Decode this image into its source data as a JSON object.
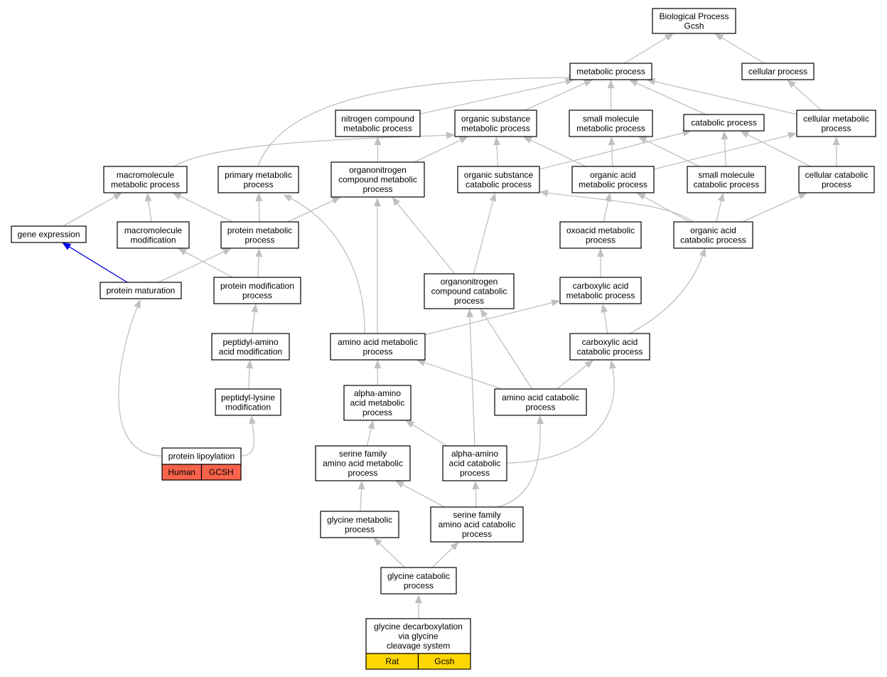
{
  "graph": {
    "nodes": [
      {
        "id": "bp",
        "lines": [
          "Biological Process",
          "Gcsh"
        ],
        "interactable": true
      },
      {
        "id": "metabolic",
        "lines": [
          "metabolic process"
        ],
        "interactable": true
      },
      {
        "id": "cellular",
        "lines": [
          "cellular process"
        ],
        "interactable": true
      },
      {
        "id": "nitrogen",
        "lines": [
          "nitrogen compound",
          "metabolic process"
        ],
        "interactable": true
      },
      {
        "id": "orgsub",
        "lines": [
          "organic substance",
          "metabolic process"
        ],
        "interactable": true
      },
      {
        "id": "smallmol",
        "lines": [
          "small molecule",
          "metabolic process"
        ],
        "interactable": true
      },
      {
        "id": "catabolic",
        "lines": [
          "catabolic process"
        ],
        "interactable": true
      },
      {
        "id": "cellmet",
        "lines": [
          "cellular metabolic",
          "process"
        ],
        "interactable": true
      },
      {
        "id": "macromet",
        "lines": [
          "macromolecule",
          "metabolic process"
        ],
        "interactable": true
      },
      {
        "id": "primary",
        "lines": [
          "primary metabolic",
          "process"
        ],
        "interactable": true
      },
      {
        "id": "orgnitro",
        "lines": [
          "organonitrogen",
          "compound metabolic",
          "process"
        ],
        "interactable": true
      },
      {
        "id": "orgsubcat",
        "lines": [
          "organic substance",
          "catabolic process"
        ],
        "interactable": true
      },
      {
        "id": "orgacid",
        "lines": [
          "organic acid",
          "metabolic process"
        ],
        "interactable": true
      },
      {
        "id": "smallmolcat",
        "lines": [
          "small molecule",
          "catabolic process"
        ],
        "interactable": true
      },
      {
        "id": "cellcat",
        "lines": [
          "cellular catabolic",
          "process"
        ],
        "interactable": true
      },
      {
        "id": "geneexp",
        "lines": [
          "gene expression"
        ],
        "interactable": true
      },
      {
        "id": "macromod",
        "lines": [
          "macromolecule",
          "modification"
        ],
        "interactable": true
      },
      {
        "id": "protmet",
        "lines": [
          "protein metabolic",
          "process"
        ],
        "interactable": true
      },
      {
        "id": "oxoacid",
        "lines": [
          "oxoacid metabolic",
          "process"
        ],
        "interactable": true
      },
      {
        "id": "orgacidcat",
        "lines": [
          "organic acid",
          "catabolic process"
        ],
        "interactable": true
      },
      {
        "id": "protmat",
        "lines": [
          "protein maturation"
        ],
        "interactable": true
      },
      {
        "id": "protmod",
        "lines": [
          "protein modification",
          "process"
        ],
        "interactable": true
      },
      {
        "id": "orgnitrocat",
        "lines": [
          "organonitrogen",
          "compound catabolic",
          "process"
        ],
        "interactable": true
      },
      {
        "id": "carbmet",
        "lines": [
          "carboxylic acid",
          "metabolic process"
        ],
        "interactable": true
      },
      {
        "id": "peptamino",
        "lines": [
          "peptidyl-amino",
          "acid modification"
        ],
        "interactable": true
      },
      {
        "id": "aamet",
        "lines": [
          "amino acid metabolic",
          "process"
        ],
        "interactable": true
      },
      {
        "id": "carbcat",
        "lines": [
          "carboxylic acid",
          "catabolic process"
        ],
        "interactable": true
      },
      {
        "id": "peptlys",
        "lines": [
          "peptidyl-lysine",
          "modification"
        ],
        "interactable": true
      },
      {
        "id": "alphamet",
        "lines": [
          "alpha-amino",
          "acid metabolic",
          "process"
        ],
        "interactable": true
      },
      {
        "id": "aacat",
        "lines": [
          "amino acid catabolic",
          "process"
        ],
        "interactable": true
      },
      {
        "id": "protlip",
        "lines": [
          "protein lipoylation"
        ],
        "interactable": true,
        "annotations": [
          "Human",
          "GCSH"
        ],
        "annotation_color": "#f9634b"
      },
      {
        "id": "serfam",
        "lines": [
          "serine family",
          "amino acid metabolic",
          "process"
        ],
        "interactable": true
      },
      {
        "id": "alphacat",
        "lines": [
          "alpha-amino",
          "acid catabolic",
          "process"
        ],
        "interactable": true
      },
      {
        "id": "glymet",
        "lines": [
          "glycine metabolic",
          "process"
        ],
        "interactable": true
      },
      {
        "id": "serfamcat",
        "lines": [
          "serine family",
          "amino acid catabolic",
          "process"
        ],
        "interactable": true
      },
      {
        "id": "glycat",
        "lines": [
          "glycine catabolic",
          "process"
        ],
        "interactable": true
      },
      {
        "id": "glydecarb",
        "lines": [
          "glycine decarboxylation",
          "via glycine",
          "cleavage system"
        ],
        "interactable": true,
        "annotations": [
          "Rat",
          "Gcsh"
        ],
        "annotation_color": "#ffd700"
      }
    ],
    "edges": [
      {
        "from": "metabolic",
        "to": "bp"
      },
      {
        "from": "cellular",
        "to": "bp"
      },
      {
        "from": "nitrogen",
        "to": "metabolic"
      },
      {
        "from": "orgsub",
        "to": "metabolic"
      },
      {
        "from": "smallmol",
        "to": "metabolic"
      },
      {
        "from": "catabolic",
        "to": "metabolic"
      },
      {
        "from": "cellmet",
        "to": "metabolic"
      },
      {
        "from": "cellmet",
        "to": "cellular"
      },
      {
        "from": "primary",
        "to": "metabolic"
      },
      {
        "from": "macromet",
        "to": "orgsub"
      },
      {
        "from": "orgnitro",
        "to": "nitrogen"
      },
      {
        "from": "orgnitro",
        "to": "orgsub"
      },
      {
        "from": "orgsubcat",
        "to": "orgsub"
      },
      {
        "from": "orgsubcat",
        "to": "catabolic"
      },
      {
        "from": "orgacid",
        "to": "orgsub"
      },
      {
        "from": "orgacid",
        "to": "smallmol"
      },
      {
        "from": "orgacid",
        "to": "cellmet"
      },
      {
        "from": "smallmolcat",
        "to": "smallmol"
      },
      {
        "from": "smallmolcat",
        "to": "catabolic"
      },
      {
        "from": "cellcat",
        "to": "catabolic"
      },
      {
        "from": "cellcat",
        "to": "cellmet"
      },
      {
        "from": "geneexp",
        "to": "macromet"
      },
      {
        "from": "macromod",
        "to": "macromet"
      },
      {
        "from": "protmet",
        "to": "macromet"
      },
      {
        "from": "protmet",
        "to": "primary"
      },
      {
        "from": "protmet",
        "to": "orgnitro"
      },
      {
        "from": "oxoacid",
        "to": "orgacid"
      },
      {
        "from": "orgacidcat",
        "to": "orgacid"
      },
      {
        "from": "orgacidcat",
        "to": "orgsubcat"
      },
      {
        "from": "orgacidcat",
        "to": "smallmolcat"
      },
      {
        "from": "orgacidcat",
        "to": "cellcat"
      },
      {
        "from": "protmat",
        "to": "geneexp",
        "highlight": true
      },
      {
        "from": "protmat",
        "to": "protmet"
      },
      {
        "from": "protmod",
        "to": "macromod"
      },
      {
        "from": "protmod",
        "to": "protmet"
      },
      {
        "from": "orgnitrocat",
        "to": "orgnitro"
      },
      {
        "from": "orgnitrocat",
        "to": "orgsubcat"
      },
      {
        "from": "carbmet",
        "to": "oxoacid"
      },
      {
        "from": "peptamino",
        "to": "protmod"
      },
      {
        "from": "aamet",
        "to": "orgnitro"
      },
      {
        "from": "aamet",
        "to": "primary"
      },
      {
        "from": "aamet",
        "to": "carbmet"
      },
      {
        "from": "carbcat",
        "to": "carbmet"
      },
      {
        "from": "carbcat",
        "to": "orgacidcat"
      },
      {
        "from": "peptlys",
        "to": "peptamino"
      },
      {
        "from": "alphamet",
        "to": "aamet"
      },
      {
        "from": "aacat",
        "to": "aamet"
      },
      {
        "from": "aacat",
        "to": "orgnitrocat"
      },
      {
        "from": "aacat",
        "to": "carbcat"
      },
      {
        "from": "protlip",
        "to": "protmat"
      },
      {
        "from": "protlip",
        "to": "peptlys"
      },
      {
        "from": "serfam",
        "to": "alphamet"
      },
      {
        "from": "alphacat",
        "to": "alphamet"
      },
      {
        "from": "alphacat",
        "to": "orgnitrocat"
      },
      {
        "from": "alphacat",
        "to": "carbcat"
      },
      {
        "from": "glymet",
        "to": "serfam"
      },
      {
        "from": "serfamcat",
        "to": "serfam"
      },
      {
        "from": "serfamcat",
        "to": "alphacat"
      },
      {
        "from": "serfamcat",
        "to": "aacat"
      },
      {
        "from": "glycat",
        "to": "glymet"
      },
      {
        "from": "glycat",
        "to": "serfamcat"
      },
      {
        "from": "glydecarb",
        "to": "glycat"
      }
    ]
  },
  "colors": {
    "edge": "#c0c0c0",
    "highlight_edge": "#0000ee",
    "human_annotation": "#f9634b",
    "rat_annotation": "#ffd700"
  }
}
